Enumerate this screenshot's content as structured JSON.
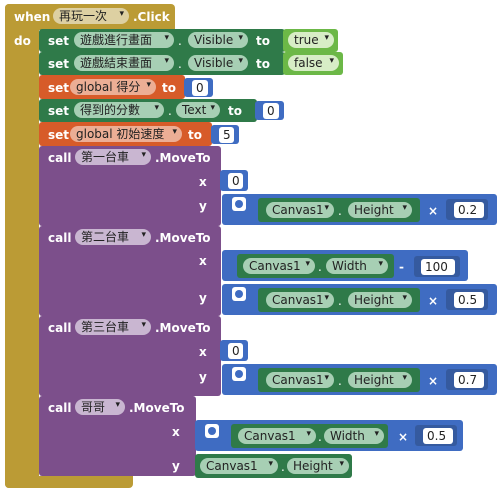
{
  "event": {
    "when": "when",
    "component": "再玩一次",
    "event": ".Click",
    "do": "do"
  },
  "blocks": {
    "set1": {
      "kw": "set",
      "comp": "遊戲進行畫面",
      "prop": "Visible",
      "to": "to",
      "value": "true"
    },
    "set2": {
      "kw": "set",
      "comp": "遊戲結束畫面",
      "prop": "Visible",
      "to": "to",
      "value": "false"
    },
    "set3": {
      "kw": "set",
      "var": "global 得分",
      "to": "to",
      "value": "0"
    },
    "set4": {
      "kw": "set",
      "comp": "得到的分數",
      "prop": "Text",
      "to": "to",
      "value": "0"
    },
    "set5": {
      "kw": "set",
      "var": "global 初始速度",
      "to": "to",
      "value": "5"
    },
    "call1": {
      "kw": "call",
      "comp": "第一台車",
      "method": ".MoveTo",
      "x": "x",
      "y": "y",
      "xval": "0",
      "ycomp": "Canvas1",
      "yprop": "Height",
      "op": "×",
      "factor": "0.2"
    },
    "call2": {
      "kw": "call",
      "comp": "第二台車",
      "method": ".MoveTo",
      "x": "x",
      "y": "y",
      "xcomp": "Canvas1",
      "xprop": "Width",
      "xop": "-",
      "xval": "100",
      "ycomp": "Canvas1",
      "yprop": "Height",
      "op": "×",
      "factor": "0.5"
    },
    "call3": {
      "kw": "call",
      "comp": "第三台車",
      "method": ".MoveTo",
      "x": "x",
      "y": "y",
      "xval": "0",
      "ycomp": "Canvas1",
      "yprop": "Height",
      "op": "×",
      "factor": "0.7"
    },
    "call4": {
      "kw": "call",
      "comp": "哥哥",
      "method": ".MoveTo",
      "x": "x",
      "y": "y",
      "xcomp": "Canvas1",
      "xprop": "Width",
      "op": "×",
      "factor": "0.5",
      "ycomp": "Canvas1",
      "yprop": "Height"
    }
  },
  "colors": {
    "event": "#bb9b35",
    "component_set": "#2f7a49",
    "logic": "#6cb847",
    "variable": "#d75b29",
    "procedure_call": "#7c4f8b",
    "math": "#3f6cc2"
  }
}
